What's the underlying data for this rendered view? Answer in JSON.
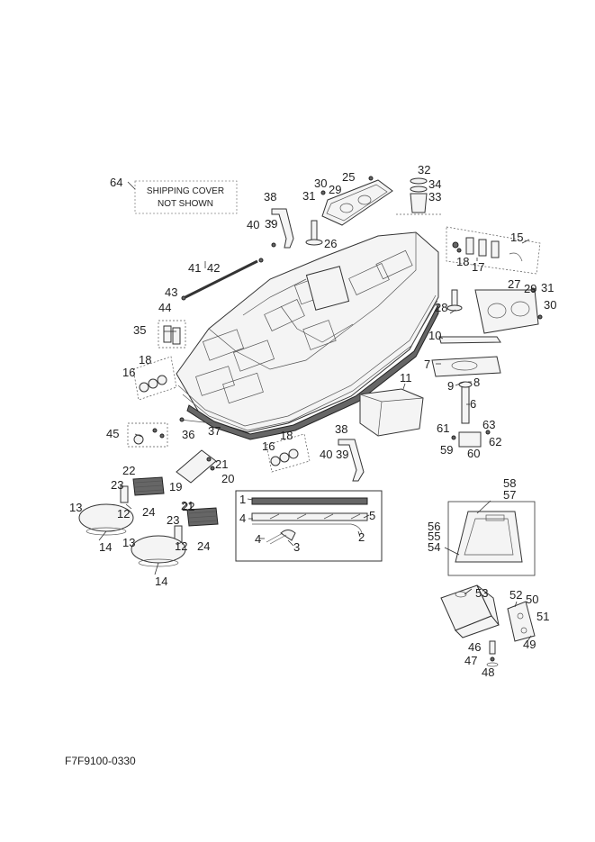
{
  "note": {
    "line1": "SHIPPING COVER",
    "line2": "NOT SHOWN"
  },
  "drawing_code": "F7F9100-0330",
  "callouts": [
    "1",
    "2",
    "3",
    "4",
    "5",
    "6",
    "7",
    "8",
    "9",
    "10",
    "11",
    "12",
    "13",
    "14",
    "15",
    "16",
    "17",
    "18",
    "19",
    "20",
    "21",
    "22",
    "23",
    "24",
    "25",
    "26",
    "27",
    "28",
    "29",
    "30",
    "31",
    "32",
    "33",
    "34",
    "35",
    "36",
    "37",
    "38",
    "39",
    "40",
    "41",
    "42",
    "43",
    "44",
    "45",
    "46",
    "47",
    "48",
    "49",
    "50",
    "51",
    "52",
    "53",
    "54",
    "55",
    "56",
    "57",
    "58",
    "59",
    "60",
    "61",
    "62",
    "63",
    "64"
  ]
}
